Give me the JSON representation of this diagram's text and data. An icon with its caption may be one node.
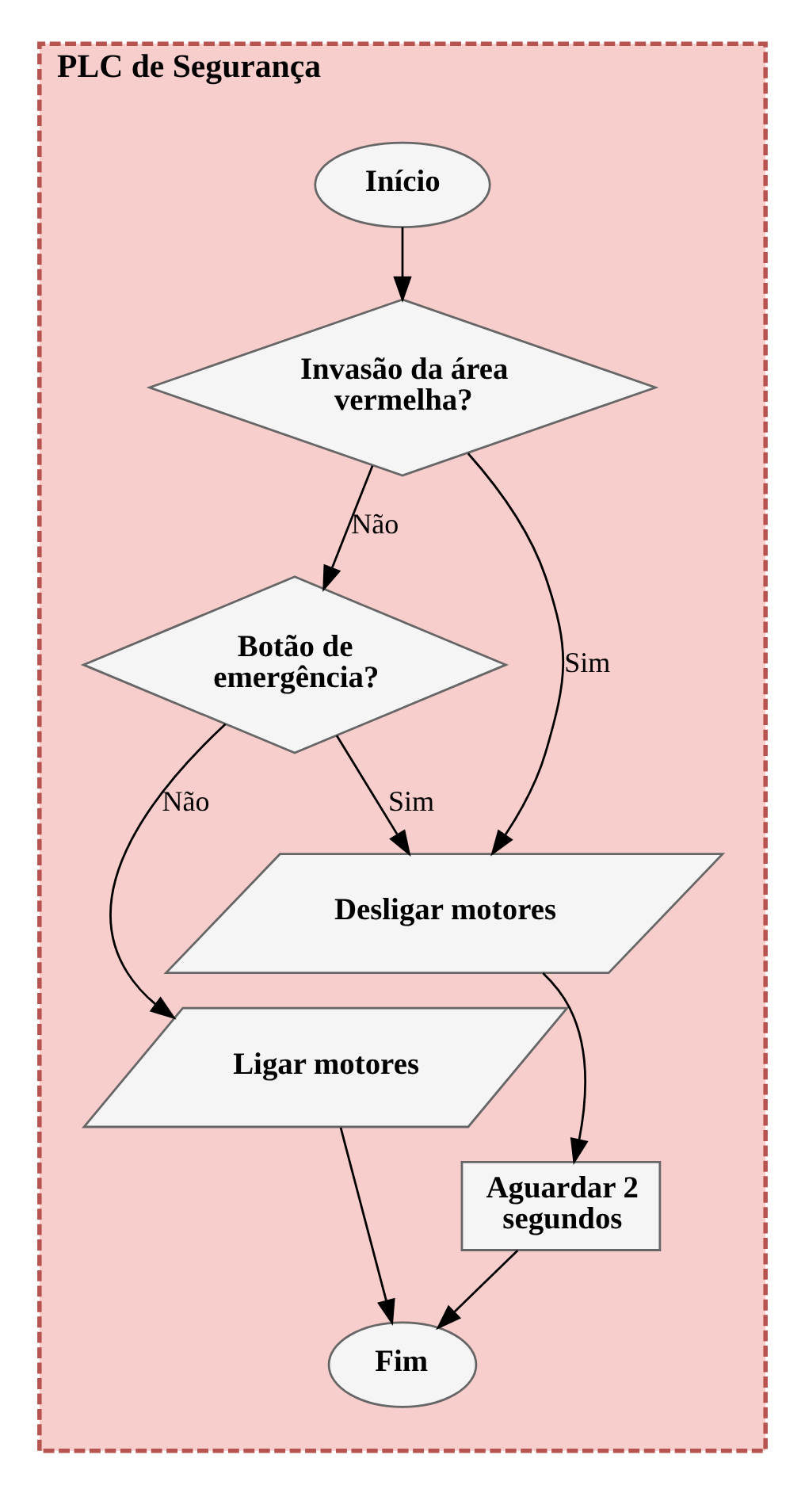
{
  "diagram": {
    "nodes": [
      {
        "text": [
          "PLC de Segurança"
        ]
      },
      {
        "text": [
          "Início"
        ],
        "in": 0
      },
      {
        "text": [
          "Invasão da área vermelha?"
        ],
        "in": 0
      },
      {
        "text": [
          "Botão de emergência?"
        ],
        "in": 0
      },
      {
        "text": [
          "Desligar motores"
        ],
        "in": 0
      },
      {
        "text": [
          "Aguardar 2 segundos"
        ],
        "in": 0
      },
      {
        "text": [
          "Ligar motores"
        ],
        "in": 0
      },
      {
        "text": [
          "Fim"
        ],
        "in": 0
      }
    ],
    "edges": [
      {
        "from": 1,
        "to": 2,
        "arrow": "to"
      },
      {
        "from": 2,
        "to": 4,
        "arrow": "to",
        "label": "Sim"
      },
      {
        "from": 2,
        "to": 3,
        "arrow": "to",
        "label": "Não"
      },
      {
        "from": 3,
        "to": 4,
        "arrow": "to",
        "label": "Sim"
      },
      {
        "from": 3,
        "to": 6,
        "arrow": "to",
        "label": "Não"
      },
      {
        "from": 4,
        "to": 5,
        "arrow": "to"
      },
      {
        "from": 5,
        "to": 7,
        "arrow": "to"
      },
      {
        "from": 6,
        "to": 7,
        "arrow": "to"
      }
    ]
  }
}
